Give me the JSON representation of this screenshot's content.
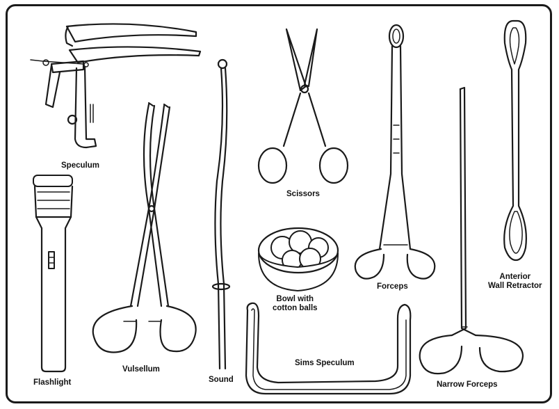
{
  "labels": {
    "speculum": "Speculum",
    "flashlight": "Flashlight",
    "vulsellum": "Vulsellum",
    "sound": "Sound",
    "scissors": "Scissors",
    "bowl_line1": "Bowl with",
    "bowl_line2": "cotton balls",
    "forceps": "Forceps",
    "sims_speculum": "Sims Speculum",
    "narrow_forceps": "Narrow Forceps",
    "retractor_line1": "Anterior",
    "retractor_line2": "Wall Retractor"
  },
  "colors": {
    "ink": "#1a1a1a",
    "paper": "#ffffff"
  }
}
